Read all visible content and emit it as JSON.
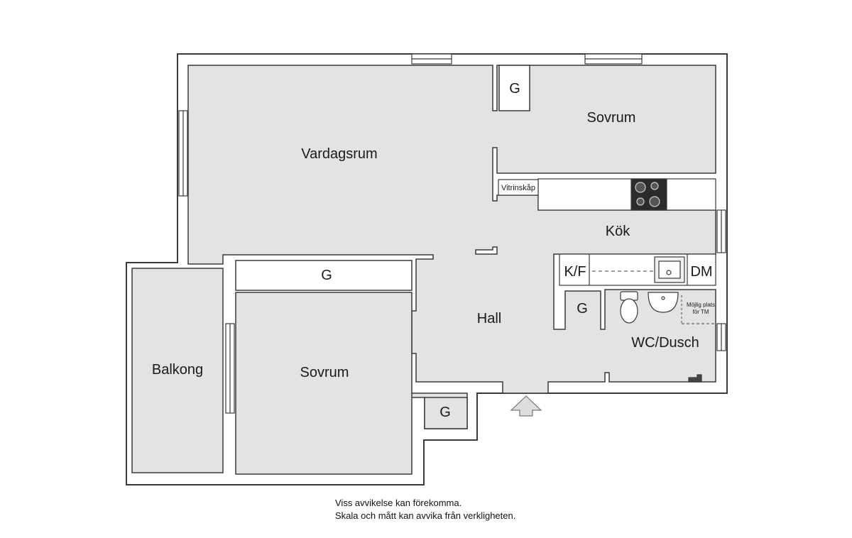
{
  "rooms": {
    "vardagsrum": "Vardagsrum",
    "sovrum_top": "Sovrum",
    "sovrum_bottom": "Sovrum",
    "kok": "Kök",
    "hall": "Hall",
    "balkong": "Balkong",
    "wc": "WC/Dusch"
  },
  "fixtures": {
    "g_top": "G",
    "g_mid": "G",
    "g_wc": "G",
    "g_bottom": "G",
    "vitrinskap": "Vitrinskåp",
    "kf": "K/F",
    "dm": "DM",
    "tm_note_1": "Möjlig plats",
    "tm_note_2": "för TM"
  },
  "disclaimer": {
    "line1": "Viss avvikelse kan förekomma.",
    "line2": "Skala och mått kan avvika från verkligheten."
  },
  "colors": {
    "wall": "#3a3a3a",
    "floor": "#e3e3e3",
    "hob": "#2b2b2b"
  }
}
